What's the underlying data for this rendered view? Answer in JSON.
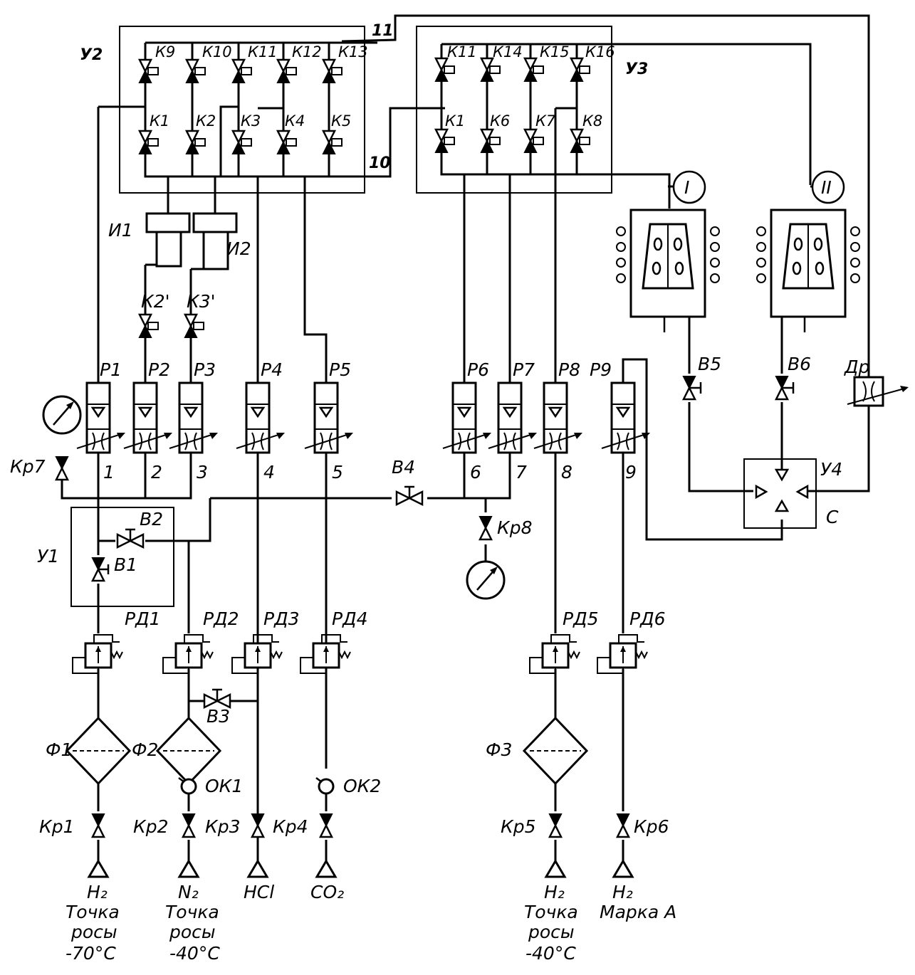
{
  "units": {
    "u1": "У1",
    "u2": "У2",
    "u3": "У3",
    "u4": "У4",
    "c": "С"
  },
  "line_labels": {
    "l10": "10",
    "l11": "11"
  },
  "valves_u2_top": [
    "К9",
    "К10",
    "К11",
    "К12",
    "К13"
  ],
  "valves_u2_bot": [
    "К1",
    "К2",
    "К3",
    "К4",
    "К5"
  ],
  "valves_u3_top": [
    "К11",
    "К14",
    "К15",
    "К16"
  ],
  "valves_u3_bot": [
    "К1",
    "К6",
    "К7",
    "К8"
  ],
  "humidifiers": [
    "И1",
    "И2"
  ],
  "aux_valves": [
    "К2'",
    "К3'"
  ],
  "rotameters": [
    "Р1",
    "Р2",
    "Р3",
    "Р4",
    "Р5",
    "Р6",
    "Р7",
    "Р8",
    "Р9"
  ],
  "line_numbers": [
    "1",
    "2",
    "3",
    "4",
    "5",
    "6",
    "7",
    "8",
    "9"
  ],
  "reactors": [
    "I",
    "II"
  ],
  "valves_b": {
    "b1": "В1",
    "b2": "В2",
    "b3": "В3",
    "b4": "В4",
    "b5": "В5",
    "b6": "В6"
  },
  "choke": "Др",
  "taps": {
    "kr1": "Кр1",
    "kr2": "Кр2",
    "kr3": "Кр3",
    "kr4": "Кр4",
    "kr5": "Кр5",
    "kr6": "Кр6",
    "kr7": "Кр7",
    "kr8": "Кр8"
  },
  "regulators": [
    "РД1",
    "РД2",
    "РД3",
    "РД4",
    "РД5",
    "РД6"
  ],
  "filters": {
    "f1": "Ф1",
    "f2": "Ф2",
    "f3": "Ф3"
  },
  "check_valves": {
    "ok1": "ОК1",
    "ok2": "ОК2"
  },
  "gases": {
    "h2a": {
      "name": "H₂",
      "l1": "Точка",
      "l2": "росы",
      "l3": "-70°С"
    },
    "n2": {
      "name": "N₂",
      "l1": "Точка",
      "l2": "росы",
      "l3": "-40°С"
    },
    "hcl": {
      "name": "HCl"
    },
    "co2": {
      "name": "CO₂"
    },
    "h2b": {
      "name": "H₂",
      "l1": "Точка",
      "l2": "росы",
      "l3": "-40°С"
    },
    "h2c": {
      "name": "H₂",
      "l1": "Марка А"
    }
  }
}
